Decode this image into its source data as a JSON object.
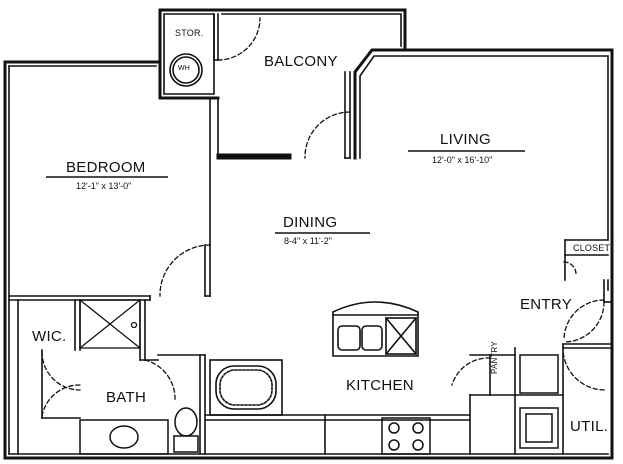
{
  "rooms": {
    "storage": {
      "label": "STOR.",
      "appliance": "WH"
    },
    "balcony": {
      "label": "BALCONY"
    },
    "living": {
      "label": "LIVING",
      "dimensions": "12'-0\" x 16'-10\""
    },
    "bedroom": {
      "label": "BEDROOM",
      "dimensions": "12'-1\" x 13'-0\""
    },
    "dining": {
      "label": "DINING",
      "dimensions": "8-4\" x 11'-2\""
    },
    "closet": {
      "label": "CLOSET"
    },
    "entry": {
      "label": "ENTRY"
    },
    "wic": {
      "label": "WIC."
    },
    "bath": {
      "label": "BATH"
    },
    "kitchen": {
      "label": "KITCHEN"
    },
    "pantry": {
      "label": "PANTRY"
    },
    "utility": {
      "label": "UTIL."
    }
  }
}
